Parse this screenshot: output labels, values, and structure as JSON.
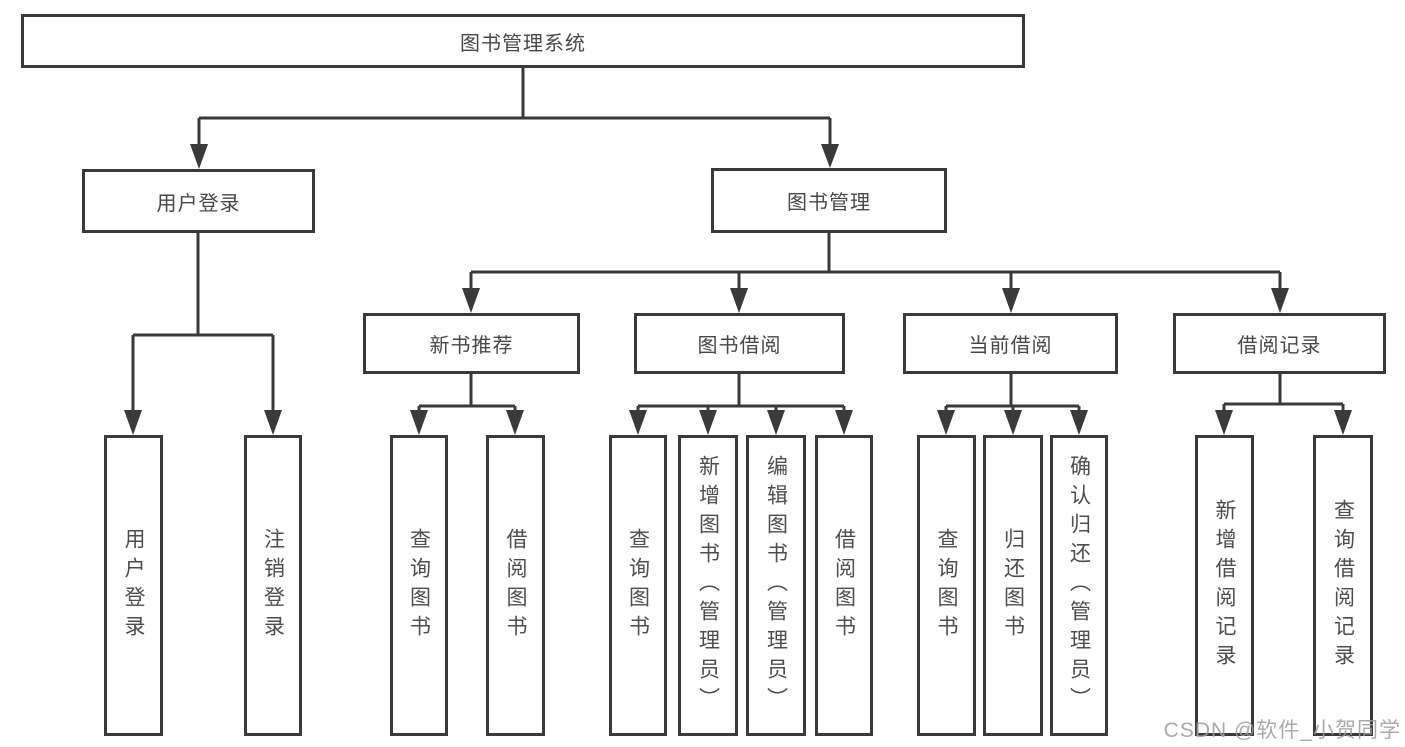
{
  "diagram": {
    "type": "tree",
    "title": "图书管理系统",
    "nodes": {
      "root": {
        "label": "图书管理系统"
      },
      "user_login": {
        "label": "用户登录"
      },
      "book_mgmt": {
        "label": "图书管理"
      },
      "new_book_rec": {
        "label": "新书推荐"
      },
      "book_borrow": {
        "label": "图书借阅"
      },
      "current_borrow": {
        "label": "当前借阅"
      },
      "borrow_record": {
        "label": "借阅记录"
      },
      "leaf_user_login": {
        "label": "用户登录"
      },
      "leaf_logout": {
        "label": "注销登录"
      },
      "leaf_nb_query": {
        "label": "查询图书"
      },
      "leaf_nb_borrow": {
        "label": "借阅图书"
      },
      "leaf_bb_query": {
        "label": "查询图书"
      },
      "leaf_bb_add": {
        "label": "新增图书（管理员）"
      },
      "leaf_bb_edit": {
        "label": "编辑图书（管理员）"
      },
      "leaf_bb_borrow": {
        "label": "借阅图书"
      },
      "leaf_cb_query": {
        "label": "查询图书"
      },
      "leaf_cb_return": {
        "label": "归还图书"
      },
      "leaf_cb_confirm": {
        "label": "确认归还（管理员）"
      },
      "leaf_br_add": {
        "label": "新增借阅记录"
      },
      "leaf_br_query": {
        "label": "查询借阅记录"
      }
    },
    "edges": [
      [
        "root",
        "user_login"
      ],
      [
        "root",
        "book_mgmt"
      ],
      [
        "user_login",
        "leaf_user_login"
      ],
      [
        "user_login",
        "leaf_logout"
      ],
      [
        "book_mgmt",
        "new_book_rec"
      ],
      [
        "book_mgmt",
        "book_borrow"
      ],
      [
        "book_mgmt",
        "current_borrow"
      ],
      [
        "book_mgmt",
        "borrow_record"
      ],
      [
        "new_book_rec",
        "leaf_nb_query"
      ],
      [
        "new_book_rec",
        "leaf_nb_borrow"
      ],
      [
        "book_borrow",
        "leaf_bb_query"
      ],
      [
        "book_borrow",
        "leaf_bb_add"
      ],
      [
        "book_borrow",
        "leaf_bb_edit"
      ],
      [
        "book_borrow",
        "leaf_bb_borrow"
      ],
      [
        "current_borrow",
        "leaf_cb_query"
      ],
      [
        "current_borrow",
        "leaf_cb_return"
      ],
      [
        "current_borrow",
        "leaf_cb_confirm"
      ],
      [
        "borrow_record",
        "leaf_br_add"
      ],
      [
        "borrow_record",
        "leaf_br_query"
      ]
    ],
    "colors": {
      "line": "#3a3a3a",
      "box_border": "#3a3a3a",
      "box_fill": "#ffffff",
      "text": "#4d4d4d",
      "background": "#ffffff",
      "watermark": "#9e9e9e"
    }
  },
  "watermark": {
    "text": "CSDN @软件_小贺同学"
  }
}
